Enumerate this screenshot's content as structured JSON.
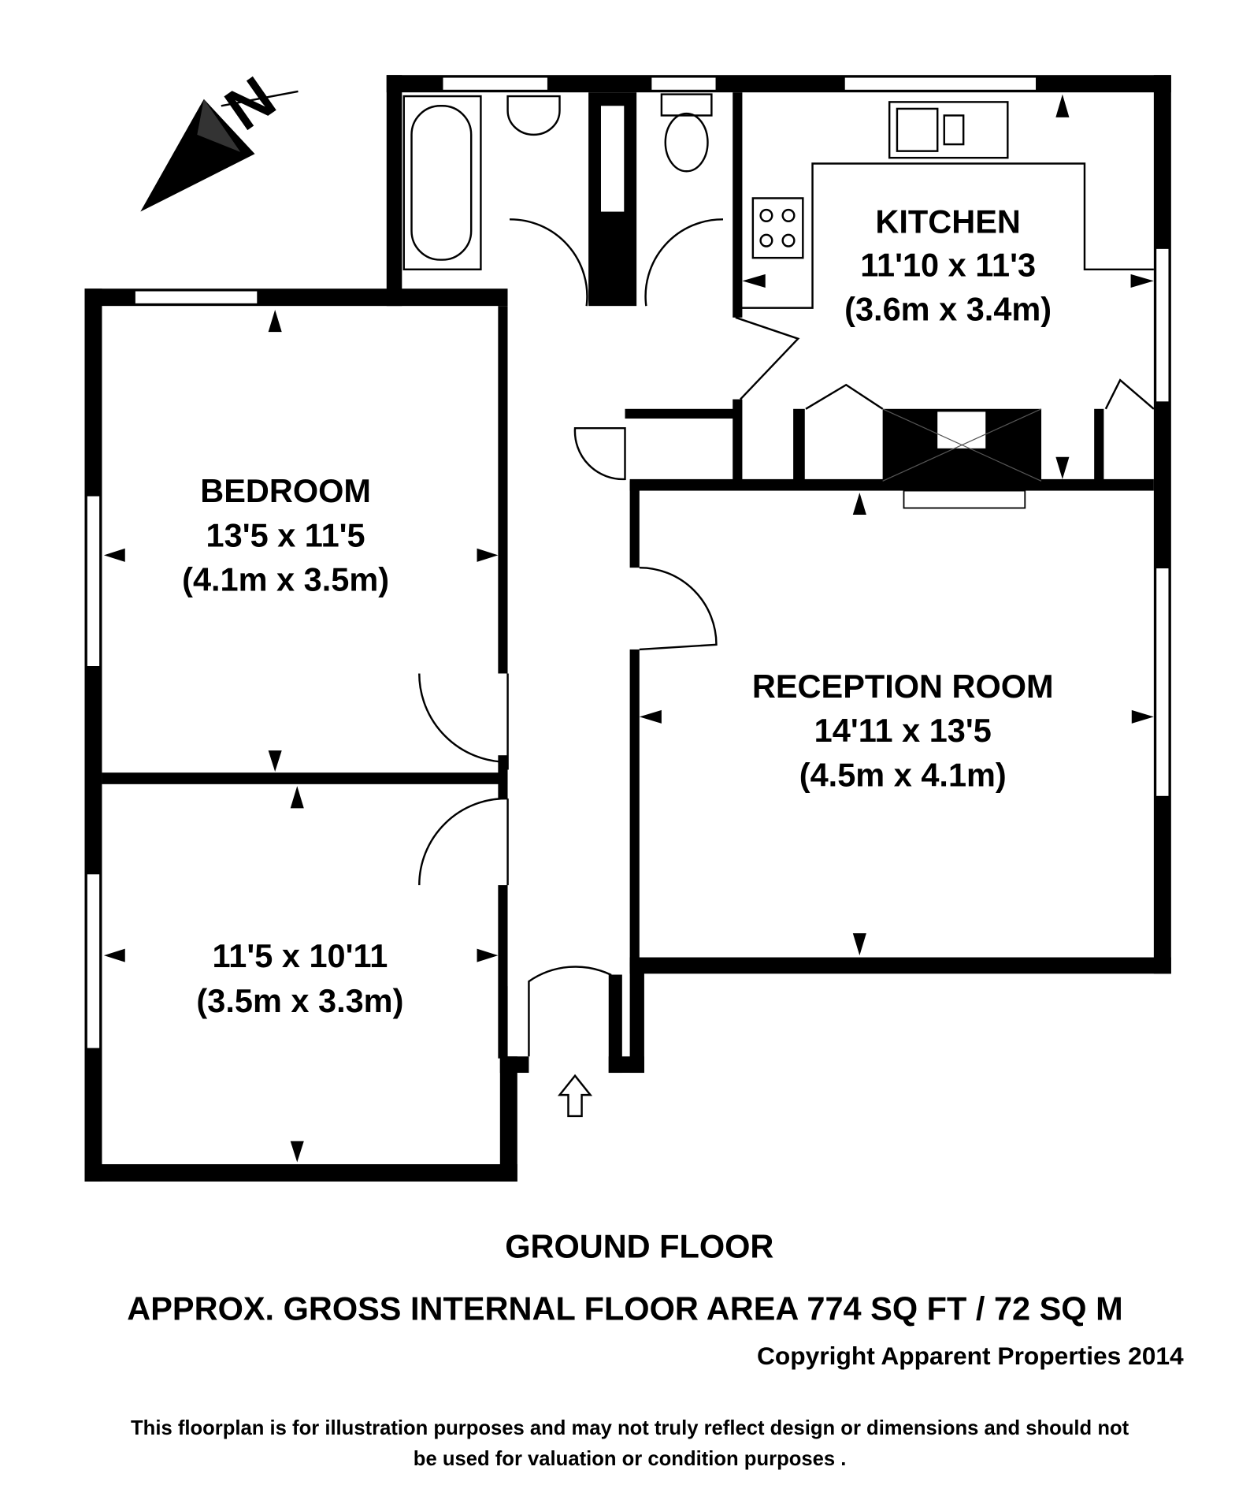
{
  "compass": {
    "label": "N"
  },
  "rooms": {
    "kitchen": {
      "name": "KITCHEN",
      "imperial": "11'10 x 11'3",
      "metric": "(3.6m x 3.4m)"
    },
    "bedroom": {
      "name": "BEDROOM",
      "imperial": "13'5 x 11'5",
      "metric": "(4.1m x 3.5m)"
    },
    "bedroom2": {
      "imperial": "11'5 x 10'11",
      "metric": "(3.5m x 3.3m)"
    },
    "reception": {
      "name": "RECEPTION ROOM",
      "imperial": "14'11 x 13'5",
      "metric": "(4.5m x 4.1m)"
    }
  },
  "footer": {
    "floor": "GROUND FLOOR",
    "area": "APPROX. GROSS INTERNAL FLOOR AREA 774 SQ FT / 72 SQ M",
    "copyright": "Copyright Apparent  Properties 2014",
    "disclaimer_line1": "This floorplan is for illustration purposes and may not truly reflect design or dimensions and should not",
    "disclaimer_line2": "be used for valuation or condition purposes  ."
  },
  "colors": {
    "wall": "#000000",
    "background": "#ffffff"
  }
}
